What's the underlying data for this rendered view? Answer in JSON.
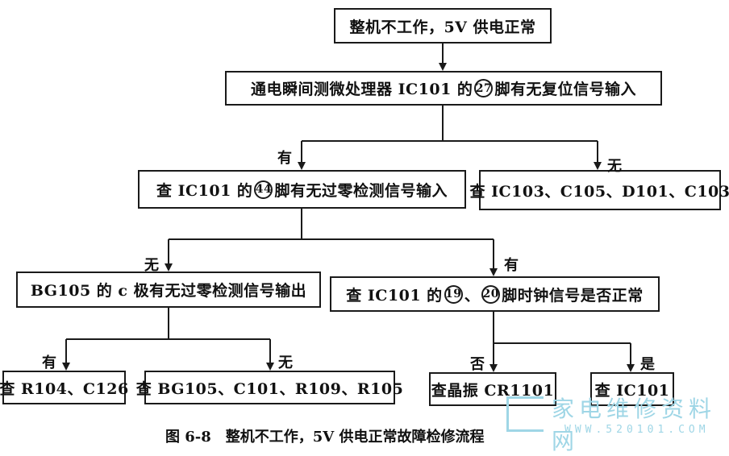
{
  "nodes": {
    "n1": "整机不工作，5V 供电正常",
    "n2": {
      "pre": "通电瞬间测微处理器 IC101 的",
      "pin": "27",
      "post": "脚有无复位信号输入"
    },
    "n3": {
      "pre": "查 IC101 的",
      "pin": "44",
      "post": "脚有无过零检测信号输入"
    },
    "n4": "查 IC103、C105、D101、C103",
    "n5": "BG105 的 c 极有无过零检测信号输出",
    "n6": {
      "pre": "查 IC101 的",
      "pin1": "19",
      "sep": "、",
      "pin2": "20",
      "post": "脚时钟信号是否正常"
    },
    "n7": "查 R104、C126",
    "n8": "查 BG105、C101、R109、R105",
    "n9": "查晶振 CR1101",
    "n10": "查 IC101"
  },
  "edge_labels": {
    "you1": "有",
    "wu1": "无",
    "wu2": "无",
    "you2": "有",
    "you3": "有",
    "wu3": "无",
    "fou": "否",
    "shi": "是"
  },
  "caption": "图 6-8　整机不工作，5V 供电正常故障检修流程",
  "watermark": {
    "text": "家电维修资料网",
    "url": "WWW.520101.COM"
  },
  "colors": {
    "line": "#1a1a1a",
    "watermark": "#9fd6e6"
  }
}
